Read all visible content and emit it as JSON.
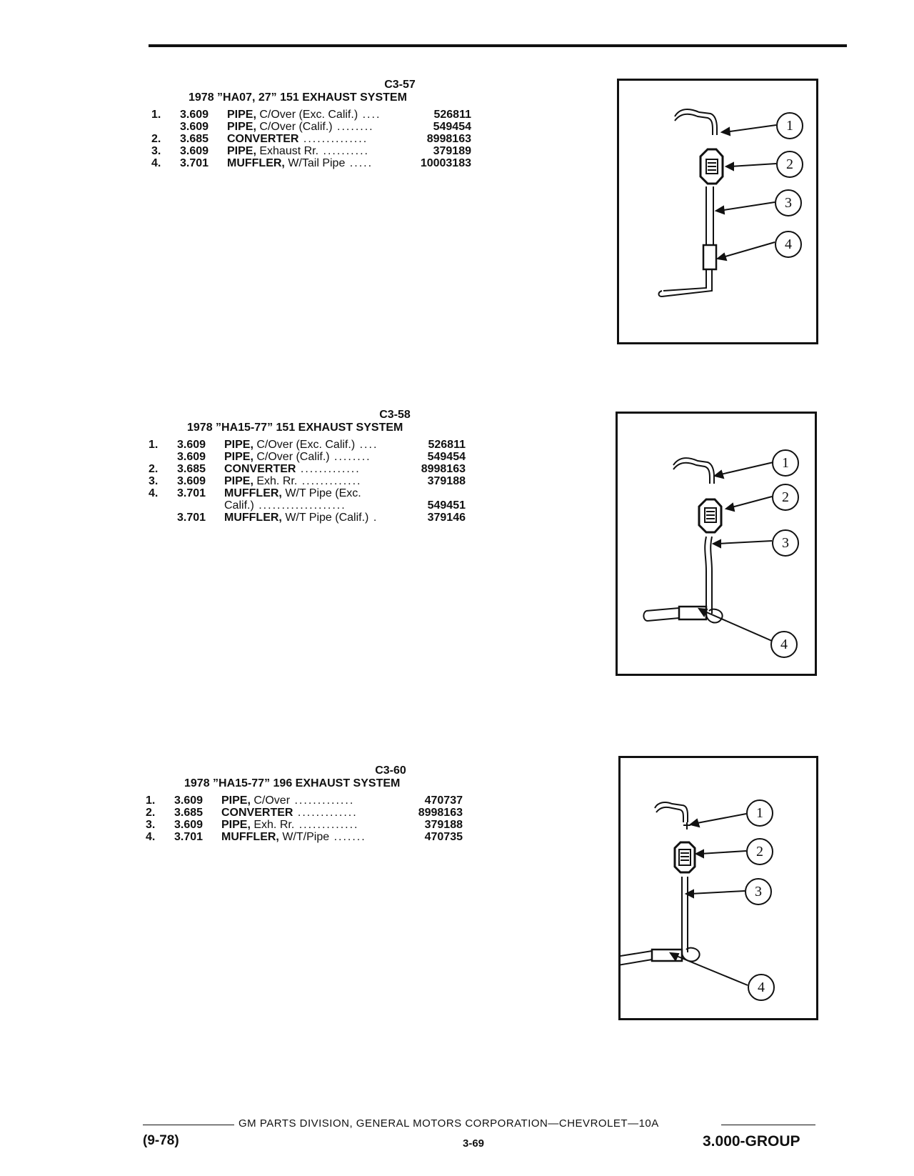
{
  "sections": [
    {
      "code": "C3-57",
      "title": "1978 ”HA07, 27” 151 EXHAUST SYSTEM",
      "items": [
        {
          "num": "1.",
          "group": "3.609",
          "name": "PIPE,",
          "detail": "C/Over (Exc. Calif.)",
          "part": "526811"
        },
        {
          "num": "",
          "group": "3.609",
          "name": "PIPE,",
          "detail": "C/Over (Calif.)",
          "part": "549454"
        },
        {
          "num": "2.",
          "group": "3.685",
          "name": "CONVERTER",
          "detail": "",
          "part": "8998163"
        },
        {
          "num": "3.",
          "group": "3.609",
          "name": "PIPE,",
          "detail": "Exhaust Rr.",
          "part": "379189"
        },
        {
          "num": "4.",
          "group": "3.701",
          "name": "MUFFLER,",
          "detail": "W/Tail Pipe",
          "part": "10003183"
        }
      ],
      "callouts": [
        "1",
        "2",
        "3",
        "4"
      ]
    },
    {
      "code": "C3-58",
      "title": "1978 ”HA15-77” 151 EXHAUST SYSTEM",
      "items": [
        {
          "num": "1.",
          "group": "3.609",
          "name": "PIPE,",
          "detail": "C/Over (Exc. Calif.)",
          "part": "526811"
        },
        {
          "num": "",
          "group": "3.609",
          "name": "PIPE,",
          "detail": "C/Over (Calif.)",
          "part": "549454"
        },
        {
          "num": "2.",
          "group": "3.685",
          "name": "CONVERTER",
          "detail": "",
          "part": "8998163"
        },
        {
          "num": "3.",
          "group": "3.609",
          "name": "PIPE,",
          "detail": "Exh. Rr.",
          "part": "379188"
        },
        {
          "num": "4.",
          "group": "3.701",
          "name": "MUFFLER,",
          "detail": "W/T Pipe (Exc.",
          "part": ""
        },
        {
          "num": "",
          "group": "",
          "name": "",
          "detail": "Calif.)",
          "part": "549451"
        },
        {
          "num": "",
          "group": "3.701",
          "name": "MUFFLER,",
          "detail": "W/T Pipe (Calif.)",
          "part": "379146"
        }
      ],
      "callouts": [
        "1",
        "2",
        "3",
        "4"
      ]
    },
    {
      "code": "C3-60",
      "title": "1978 ”HA15-77” 196 EXHAUST SYSTEM",
      "items": [
        {
          "num": "1.",
          "group": "3.609",
          "name": "PIPE,",
          "detail": "C/Over",
          "part": "470737"
        },
        {
          "num": "2.",
          "group": "3.685",
          "name": "CONVERTER",
          "detail": "",
          "part": "8998163"
        },
        {
          "num": "3.",
          "group": "3.609",
          "name": "PIPE,",
          "detail": "Exh. Rr.",
          "part": "379188"
        },
        {
          "num": "4.",
          "group": "3.701",
          "name": "MUFFLER,",
          "detail": "W/T/Pipe",
          "part": "470735"
        }
      ],
      "callouts": [
        "1",
        "2",
        "3",
        "4"
      ]
    }
  ],
  "footer": {
    "publisher": "GM PARTS DIVISION, GENERAL MOTORS CORPORATION—CHEVROLET—10A",
    "date": "(9-78)",
    "page": "3-69",
    "group": "3.000-GROUP"
  }
}
